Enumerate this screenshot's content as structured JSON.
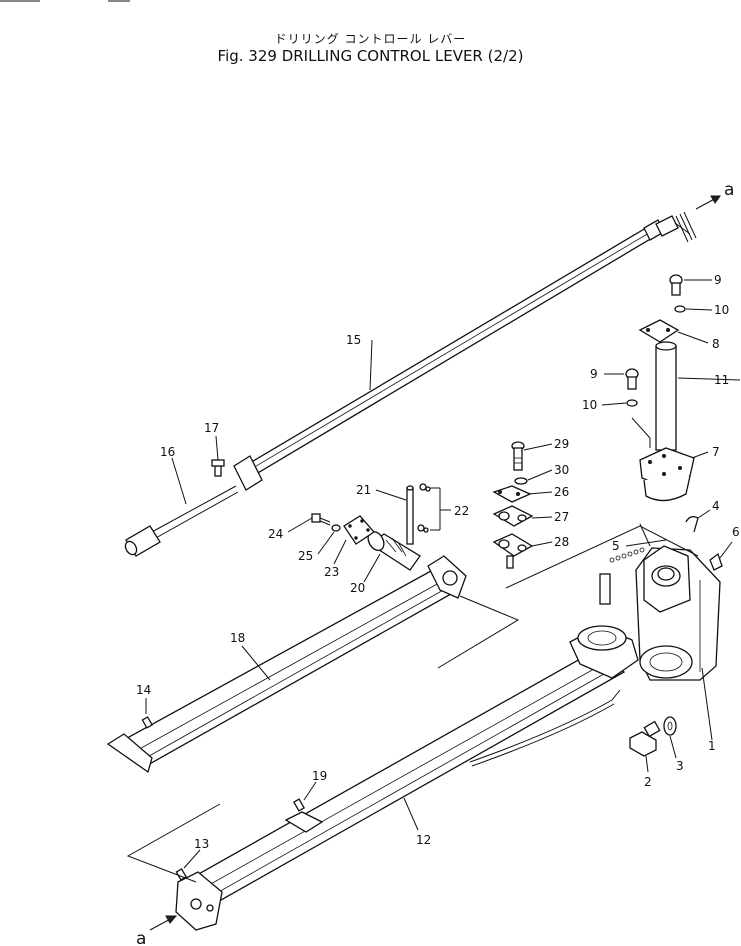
{
  "title_japanese": "ドリリング コントロール レバー",
  "title": "Fig. 329 DRILLING CONTROL LEVER (2/2)",
  "arrow_labels": [
    "a",
    "a"
  ],
  "callouts": [
    "1",
    "2",
    "3",
    "4",
    "5",
    "6",
    "7",
    "8",
    "9",
    "9",
    "10",
    "10",
    "11",
    "12",
    "13",
    "14",
    "15",
    "16",
    "17",
    "18",
    "19",
    "20",
    "21",
    "22",
    "23",
    "24",
    "25",
    "26",
    "27",
    "28",
    "29",
    "30"
  ]
}
